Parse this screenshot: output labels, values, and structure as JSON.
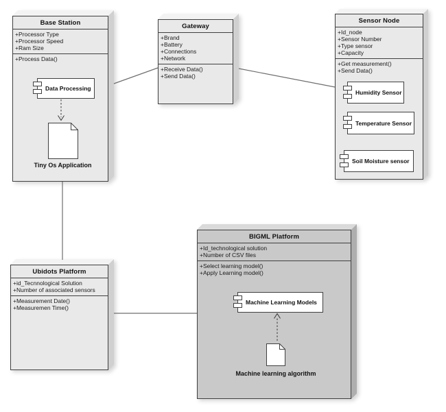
{
  "nodes": {
    "base_station": {
      "title": "Base Station",
      "attributes": [
        "+Processor Type",
        "+Processor Speed",
        "+Ram Size"
      ],
      "operations": [
        "+Process Data()"
      ],
      "component": {
        "label": "Data Processing"
      },
      "artifact": {
        "label": "Tiny Os Application"
      }
    },
    "gateway": {
      "title": "Gateway",
      "attributes": [
        "+Brand",
        "+Battery",
        "+Connections",
        "+Network"
      ],
      "operations": [
        "+Receive Data()",
        "+Send Data()"
      ]
    },
    "sensor_node": {
      "title": "Sensor Node",
      "attributes": [
        "+Id_node",
        "+Sensor Number",
        "+Type sensor",
        "+Capacity"
      ],
      "operations": [
        "+Get measurement()",
        "+Send Data()"
      ],
      "components": [
        {
          "label": "Humidity Sensor"
        },
        {
          "label": "Temperature Sensor"
        },
        {
          "label": "Soil Moisture sensor"
        }
      ]
    },
    "ubidots": {
      "title": "Ubidots Platform",
      "attributes": [
        "+id_Tecnnological Solution",
        "+Number of associated sensors"
      ],
      "operations": [
        "+Measurement Date()",
        "+Measuremen Time()"
      ]
    },
    "bigml": {
      "title": "BIGML Platform",
      "attributes": [
        "+Id_technological solution",
        "+Number of CSV files"
      ],
      "operations": [
        "+Select learning model()",
        "+Apply Learning model()"
      ],
      "component": {
        "label": "Machine Learning Models"
      },
      "artifact": {
        "label": "Machine learning algorithm"
      }
    }
  },
  "connections": [
    {
      "from": "Base Station",
      "to": "Gateway"
    },
    {
      "from": "Gateway",
      "to": "Sensor Node"
    },
    {
      "from": "Base Station",
      "to": "Ubidots Platform"
    },
    {
      "from": "Ubidots Platform",
      "to": "BIGML Platform"
    }
  ],
  "dependencies": [
    {
      "from": "Data Processing",
      "to": "Tiny Os Application",
      "style": "dashed-arrow"
    },
    {
      "from": "Machine learning algorithm",
      "to": "Machine Learning Models",
      "style": "dashed-arrow"
    }
  ],
  "colors": {
    "node_fill": "#e9e9e9",
    "node_top_face": "#f3f3f3",
    "node_side_face": "#d0d0d0",
    "bigml_fill": "#c9c9c9",
    "component_fill": "#ffffff",
    "border": "#3f3f3f",
    "connector_line": "#6e6e6e"
  }
}
